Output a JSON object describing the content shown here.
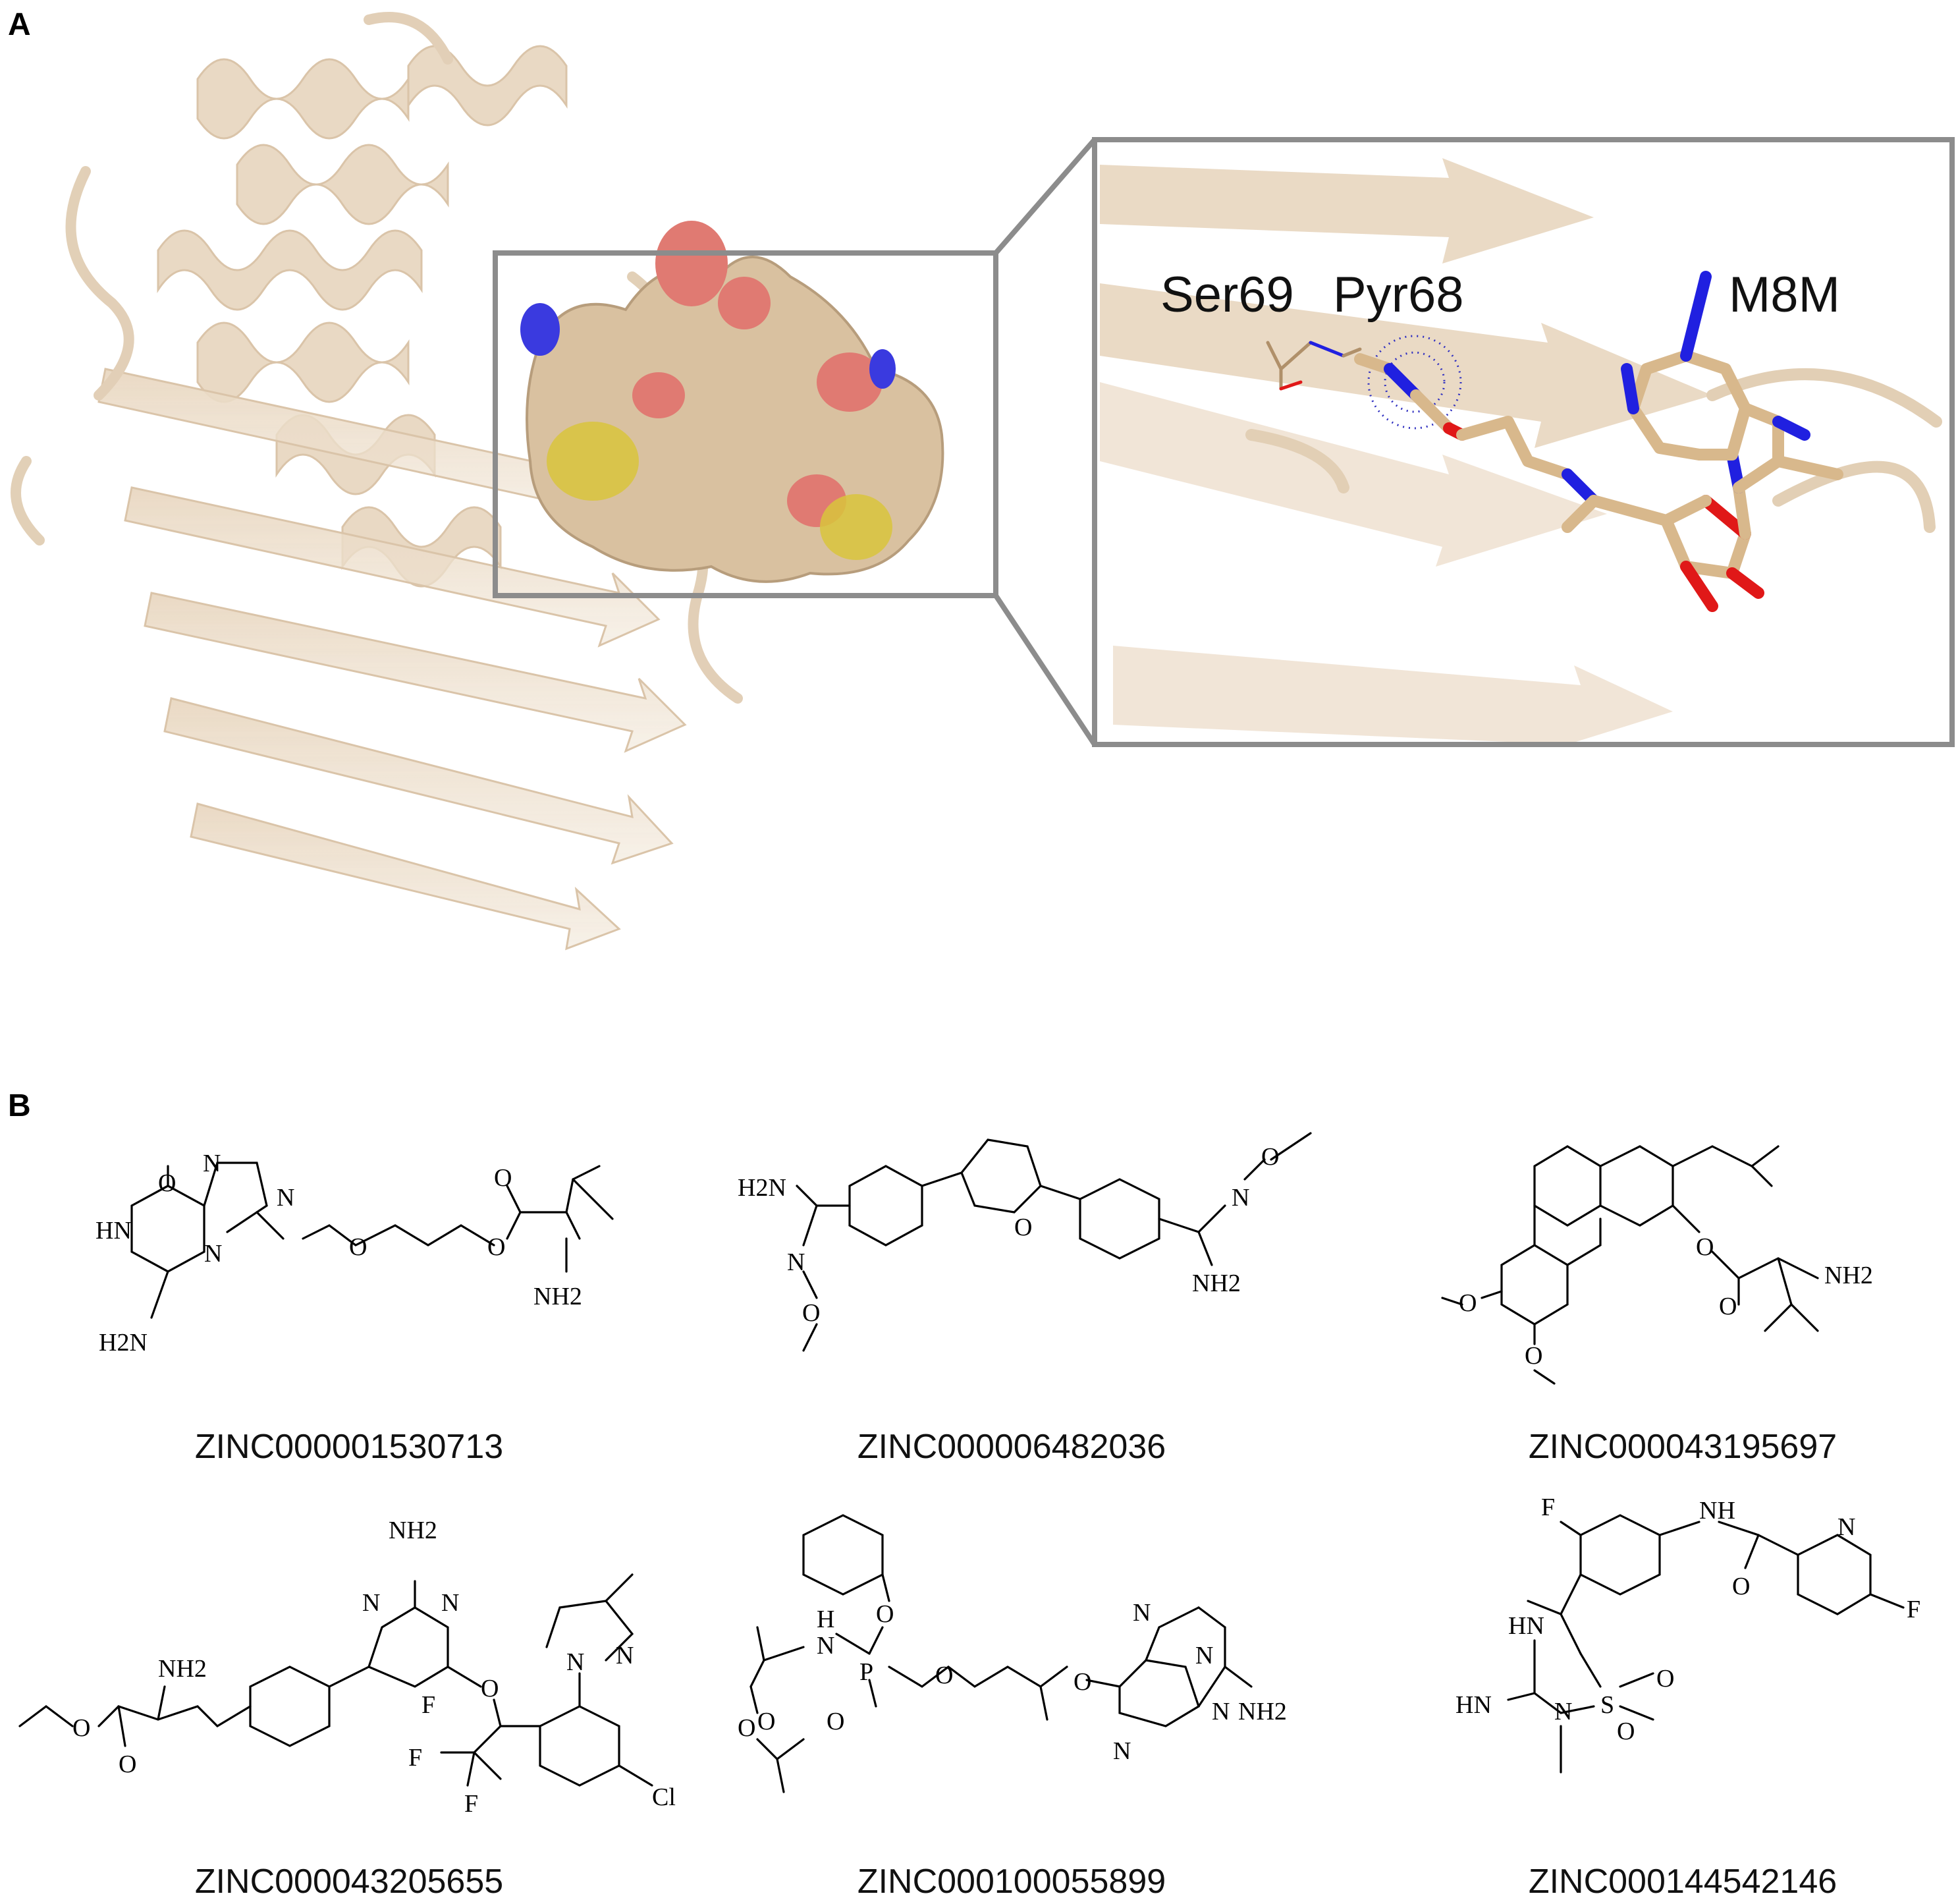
{
  "panels": {
    "a": {
      "letter": "A",
      "inset_labels": {
        "residue_1": "Ser69",
        "residue_2": "Pyr68",
        "ligand": "M8M"
      },
      "colors": {
        "protein_cartoon": "#e8d6bf",
        "surface_carbon": "#d9c1a0",
        "surface_oxygen": "#e07a72",
        "surface_nitrogen": "#3a3adf",
        "surface_sulfur": "#d8c43c",
        "ligand_carbon": "#d8b88c",
        "ligand_nitrogen": "#2020e0",
        "ligand_oxygen": "#e01818",
        "zoom_frame": "#8c8c8c"
      }
    },
    "b": {
      "letter": "B",
      "molecules": [
        {
          "id": "ZINC000001530713",
          "atom_labels": [
            "O",
            "N",
            "N",
            "HN",
            "N",
            "H2N",
            "O",
            "O",
            "O",
            "NH2"
          ]
        },
        {
          "id": "ZINC000006482036",
          "atom_labels": [
            "H2N",
            "N",
            "O",
            "O",
            "N",
            "O",
            "NH2"
          ]
        },
        {
          "id": "ZINC000043195697",
          "atom_labels": [
            "O",
            "O",
            "O",
            "NH2",
            "O"
          ]
        },
        {
          "id": "ZINC000043205655",
          "atom_labels": [
            "NH2",
            "N",
            "N",
            "O",
            "N",
            "N",
            "NH2",
            "O",
            "O",
            "F",
            "F",
            "F",
            "Cl"
          ]
        },
        {
          "id": "ZINC000100055899",
          "atom_labels": [
            "O",
            "H",
            "N",
            "P",
            "O",
            "O",
            "O",
            "N",
            "N",
            "N",
            "N",
            "NH2",
            "O",
            "O"
          ]
        },
        {
          "id": "ZINC000144542146",
          "atom_labels": [
            "F",
            "NH",
            "N",
            "HN",
            "HN",
            "N",
            "S",
            "O",
            "O",
            "O",
            "F"
          ]
        }
      ]
    }
  }
}
